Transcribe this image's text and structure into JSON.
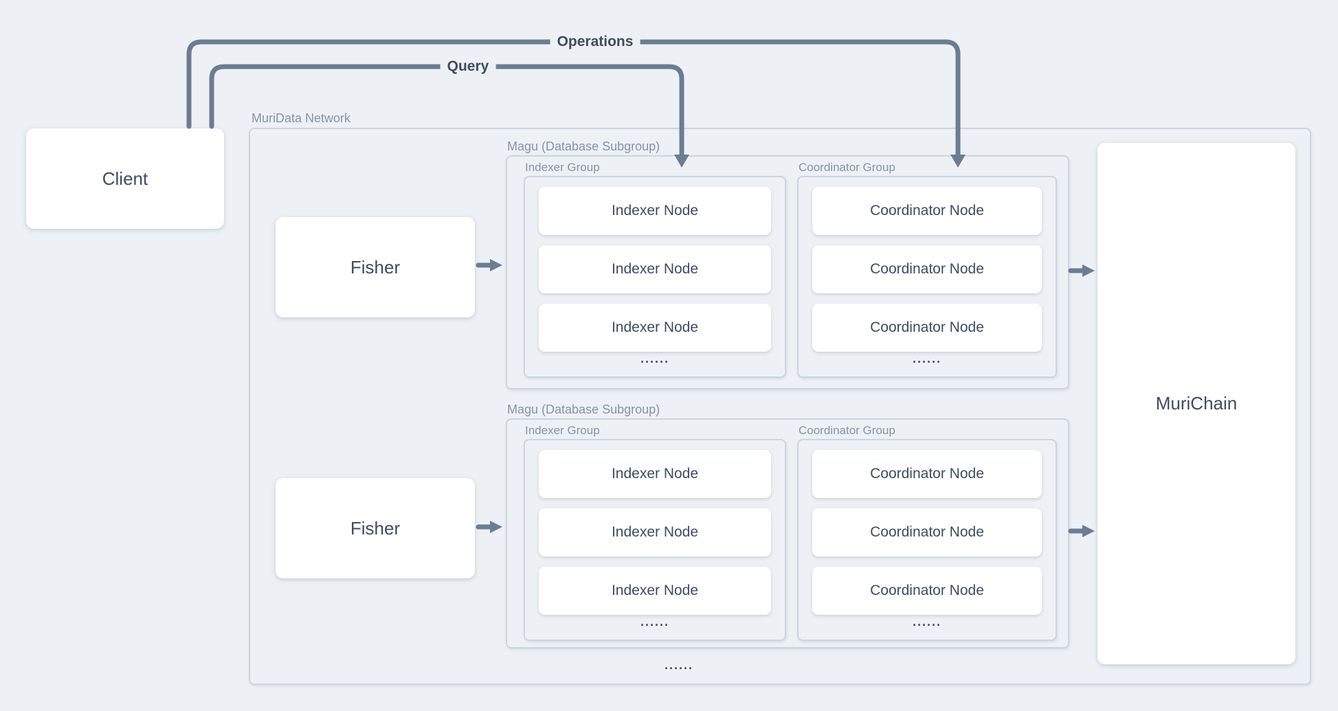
{
  "client": {
    "label": "Client"
  },
  "connections": {
    "operations": "Operations",
    "query": "Query"
  },
  "network": {
    "label": "MuriData Network",
    "fishers": [
      "Fisher",
      "Fisher"
    ],
    "ellipsis": "......",
    "subgroups": [
      {
        "label": "Magu (Database Subgroup)",
        "indexer_group": {
          "label": "Indexer Group",
          "nodes": [
            "Indexer Node",
            "Indexer Node",
            "Indexer Node"
          ],
          "ellipsis": "......"
        },
        "coordinator_group": {
          "label": "Coordinator Group",
          "nodes": [
            "Coordinator Node",
            "Coordinator Node",
            "Coordinator Node"
          ],
          "ellipsis": "......"
        }
      },
      {
        "label": "Magu (Database Subgroup)",
        "indexer_group": {
          "label": "Indexer Group",
          "nodes": [
            "Indexer Node",
            "Indexer Node",
            "Indexer Node"
          ],
          "ellipsis": "......"
        },
        "coordinator_group": {
          "label": "Coordinator Group",
          "nodes": [
            "Coordinator Node",
            "Coordinator Node",
            "Coordinator Node"
          ],
          "ellipsis": "......"
        }
      }
    ]
  },
  "murichain": {
    "label": "MuriChain"
  },
  "colors": {
    "background": "#edf1f5",
    "node_fill": "#ffffff",
    "container_border": "#cbd5df",
    "connector": "#6b7d92",
    "label_muted": "#8494a7",
    "text_dark": "#3e4c60"
  }
}
